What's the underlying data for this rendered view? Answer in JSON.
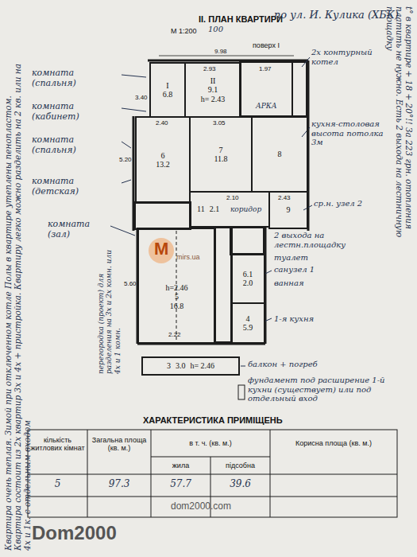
{
  "diagram": {
    "title": "II. ПЛАН КВАРТИРИ",
    "nodes": [
      {
        "text": [
          "I",
          "6.8"
        ]
      },
      {
        "text": [
          "II",
          "9.1",
          "h= 2.43"
        ]
      },
      {
        "text": [
          "6",
          "13.2"
        ]
      },
      {
        "text": [
          "7",
          "11.8"
        ]
      },
      {
        "text": [
          "8"
        ]
      },
      {
        "text": [
          "11",
          "2.1"
        ]
      },
      {
        "text": [
          "9"
        ]
      },
      {
        "text": [
          "h=2.46",
          "5",
          "16.8"
        ]
      },
      {
        "text": [
          "6.1",
          "2.0"
        ]
      },
      {
        "text": [
          "4",
          "5.9"
        ]
      },
      {
        "text": [
          "3",
          "3.0",
          "h= 2.46"
        ]
      }
    ],
    "labels": [
      "по ул. И. Кулика (ХБК)",
      "М 1:200",
      "100",
      "поверх І",
      "9.98",
      "комната (спальня)",
      "комната (кабинет)",
      "комната (спальня)",
      "комната (детская)",
      "комната (зал)",
      "2х контурный котел",
      "АРКА",
      "кухня-столовая высота потолка 3м",
      "ср.н. узел 2",
      "коридор",
      "2 выхода на лестн.площадку",
      "туалет",
      "санузел 1",
      "ванная",
      "1-я кухня",
      "балкон + погреб",
      "фундамент под расширение 1-й кухни (существует) или под отдельный вход",
      "перегородка (проект) для разделения на 3х и 2х комн. или 4х и 1 комн.",
      "3.40",
      "2.93",
      "1.97",
      "2.40",
      "3.05",
      "5.20",
      "2.10",
      "2.43",
      "5.60",
      "2.22",
      "M",
      "mirs.ua",
      "ХАРАКТЕРИСТИКА ПРИМІЩЕНЬ",
      "кількість житлових кімнат",
      "Загальна площа (кв. м.)",
      "в т. ч. (кв. м.)",
      "жила",
      "підсобна",
      "Корисна площа (кв. м.)",
      "5",
      "97.3",
      "57.7",
      "39.6",
      "dom2000.com",
      "Dom2000",
      "Квартира очень теплая. Зимой при отключенном котле Полы в квартире утеплены пенопластом. Квартира состоит из 2х квартир 3х и 4х + пристройка. Квартиру легко можно разделить на 2 кв. или на 4х и 1к. с отдельным входом",
      "t° в квартире + 18 + 20°!! За 223 грн. отопления платить не нужно. Есть 2 выхода на лестничную площадку"
    ]
  }
}
